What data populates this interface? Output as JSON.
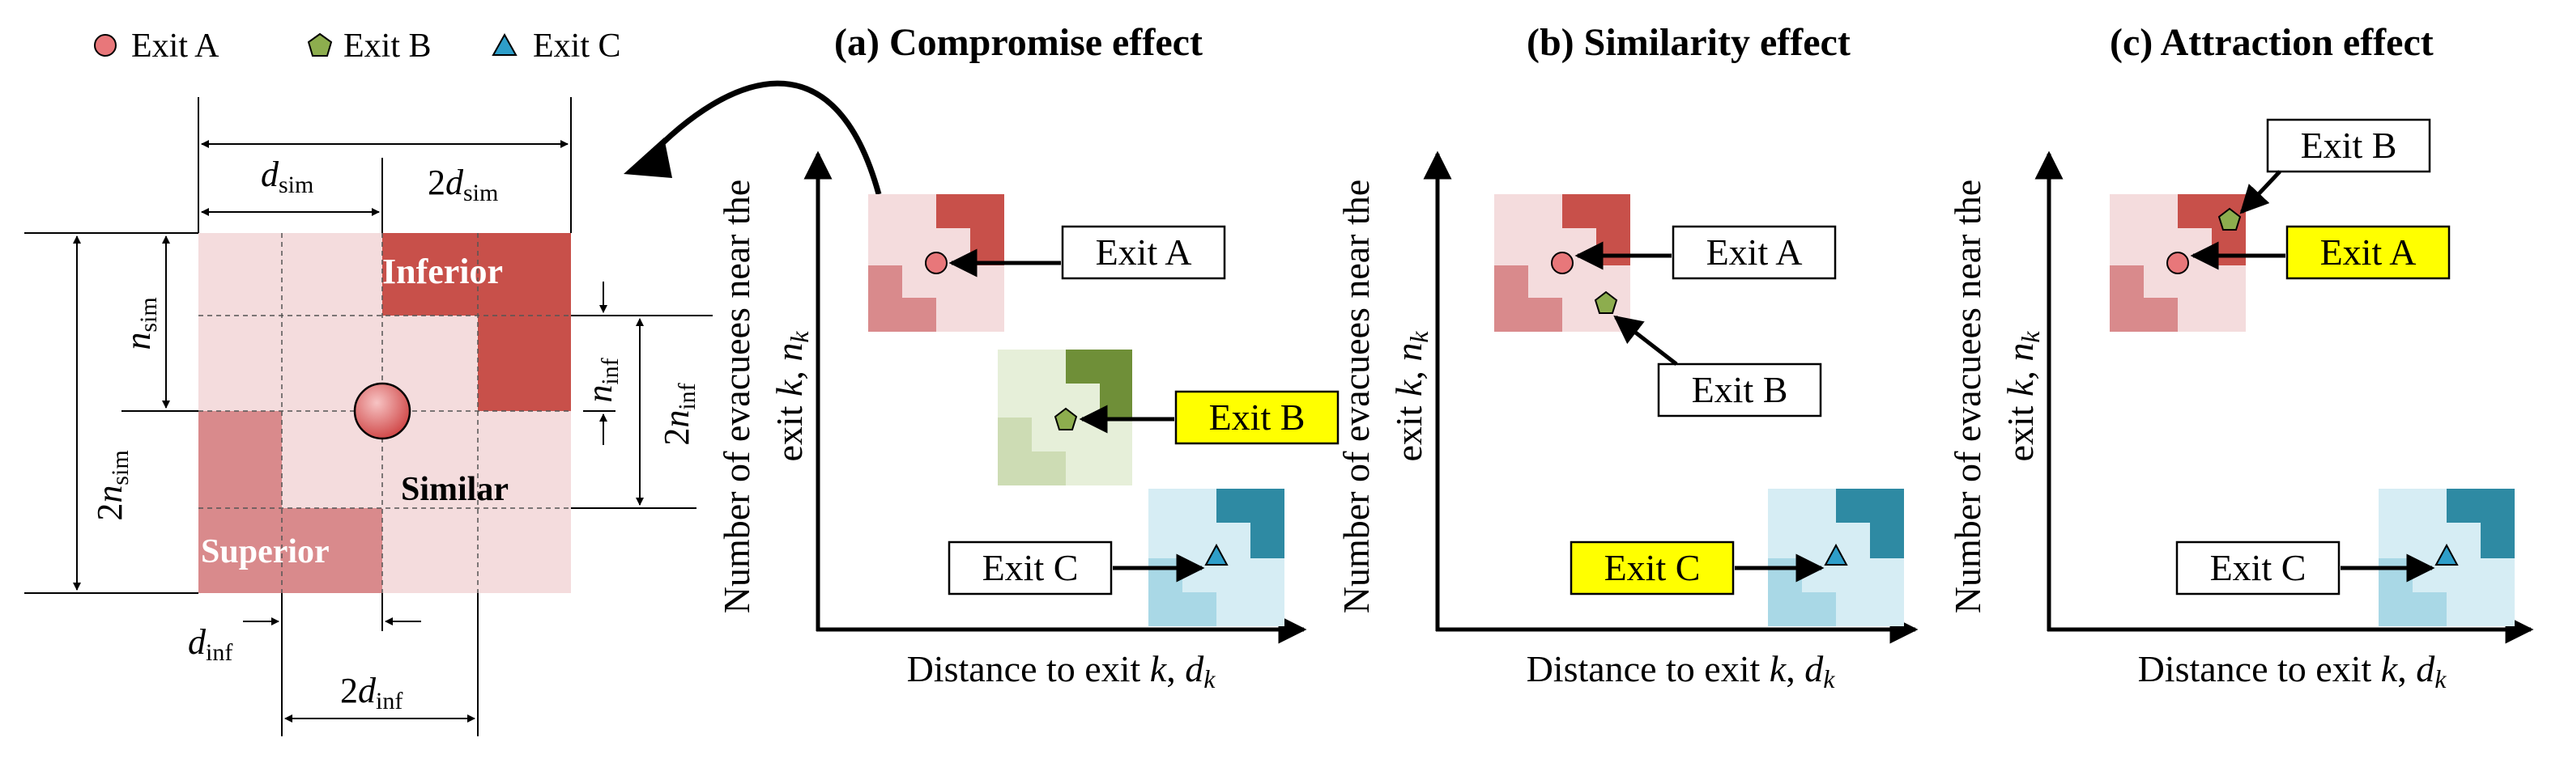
{
  "legend": {
    "items": [
      {
        "label": "Exit A",
        "icon": "circle-marker",
        "color": "#e8777a"
      },
      {
        "label": "Exit B",
        "icon": "pentagon-marker",
        "color": "#8dad4e"
      },
      {
        "label": "Exit C",
        "icon": "triangle-marker",
        "color": "#2e9ec9"
      }
    ]
  },
  "schematic": {
    "label_inferior": "Inferior",
    "label_similar": "Similar",
    "label_superior": "Superior",
    "dim_dsim": {
      "base": "d",
      "sub": "sim"
    },
    "dim_2dsim": {
      "pre": "2",
      "base": "d",
      "sub": "sim"
    },
    "dim_nsim": {
      "base": "n",
      "sub": "sim"
    },
    "dim_2nsim": {
      "pre": "2",
      "base": "n",
      "sub": "sim"
    },
    "dim_ninf": {
      "base": "n",
      "sub": "inf"
    },
    "dim_2ninf": {
      "pre": "2",
      "base": "n",
      "sub": "inf"
    },
    "dim_dinf": {
      "base": "d",
      "sub": "inf"
    },
    "dim_2dinf": {
      "pre": "2",
      "base": "d",
      "sub": "inf"
    },
    "colors": {
      "light": "#f4dcdd",
      "dark": "#c8504a",
      "mid": "#d98a8c"
    }
  },
  "panels": [
    {
      "title": "(a) Compromise effect",
      "xlabel": {
        "text": "Distance to exit ",
        "var": "k",
        "sep": ", ",
        "sym": "d",
        "sub": "k"
      },
      "ylabel_line1": "Number of evacuees near the",
      "ylabel_line2": {
        "text": "exit ",
        "var": "k",
        "sep": ", ",
        "sym": "n",
        "sub": "k"
      },
      "labels": [
        "Exit A",
        "Exit B",
        "Exit C"
      ],
      "highlighted": "Exit B",
      "highlight_color": "#ffff00"
    },
    {
      "title": "(b) Similarity effect",
      "xlabel": {
        "text": "Distance to exit ",
        "var": "k",
        "sep": ", ",
        "sym": "d",
        "sub": "k"
      },
      "ylabel_line1": "Number of evacuees near the",
      "ylabel_line2": {
        "text": "exit ",
        "var": "k",
        "sep": ", ",
        "sym": "n",
        "sub": "k"
      },
      "labels": [
        "Exit A",
        "Exit B",
        "Exit C"
      ],
      "highlighted": "Exit C",
      "highlight_color": "#ffff00"
    },
    {
      "title": "(c) Attraction effect",
      "xlabel": {
        "text": "Distance to exit ",
        "var": "k",
        "sep": ", ",
        "sym": "d",
        "sub": "k"
      },
      "ylabel_line1": "Number of evacuees near the",
      "ylabel_line2": {
        "text": "exit ",
        "var": "k",
        "sep": ", ",
        "sym": "n",
        "sub": "k"
      },
      "labels": [
        "Exit B",
        "Exit A",
        "Exit C"
      ],
      "highlighted": "Exit A",
      "highlight_color": "#ffff00"
    }
  ],
  "palette": {
    "red_light": "#f4dcdd",
    "red_dark": "#c8504a",
    "red_mid": "#d98a8c",
    "green_light": "#e6efd9",
    "green_dark": "#6f8f38",
    "green_mid": "#cddcb4",
    "blue_light": "#d6edf4",
    "blue_dark": "#2e8aa3",
    "blue_mid": "#a9d8e6"
  }
}
